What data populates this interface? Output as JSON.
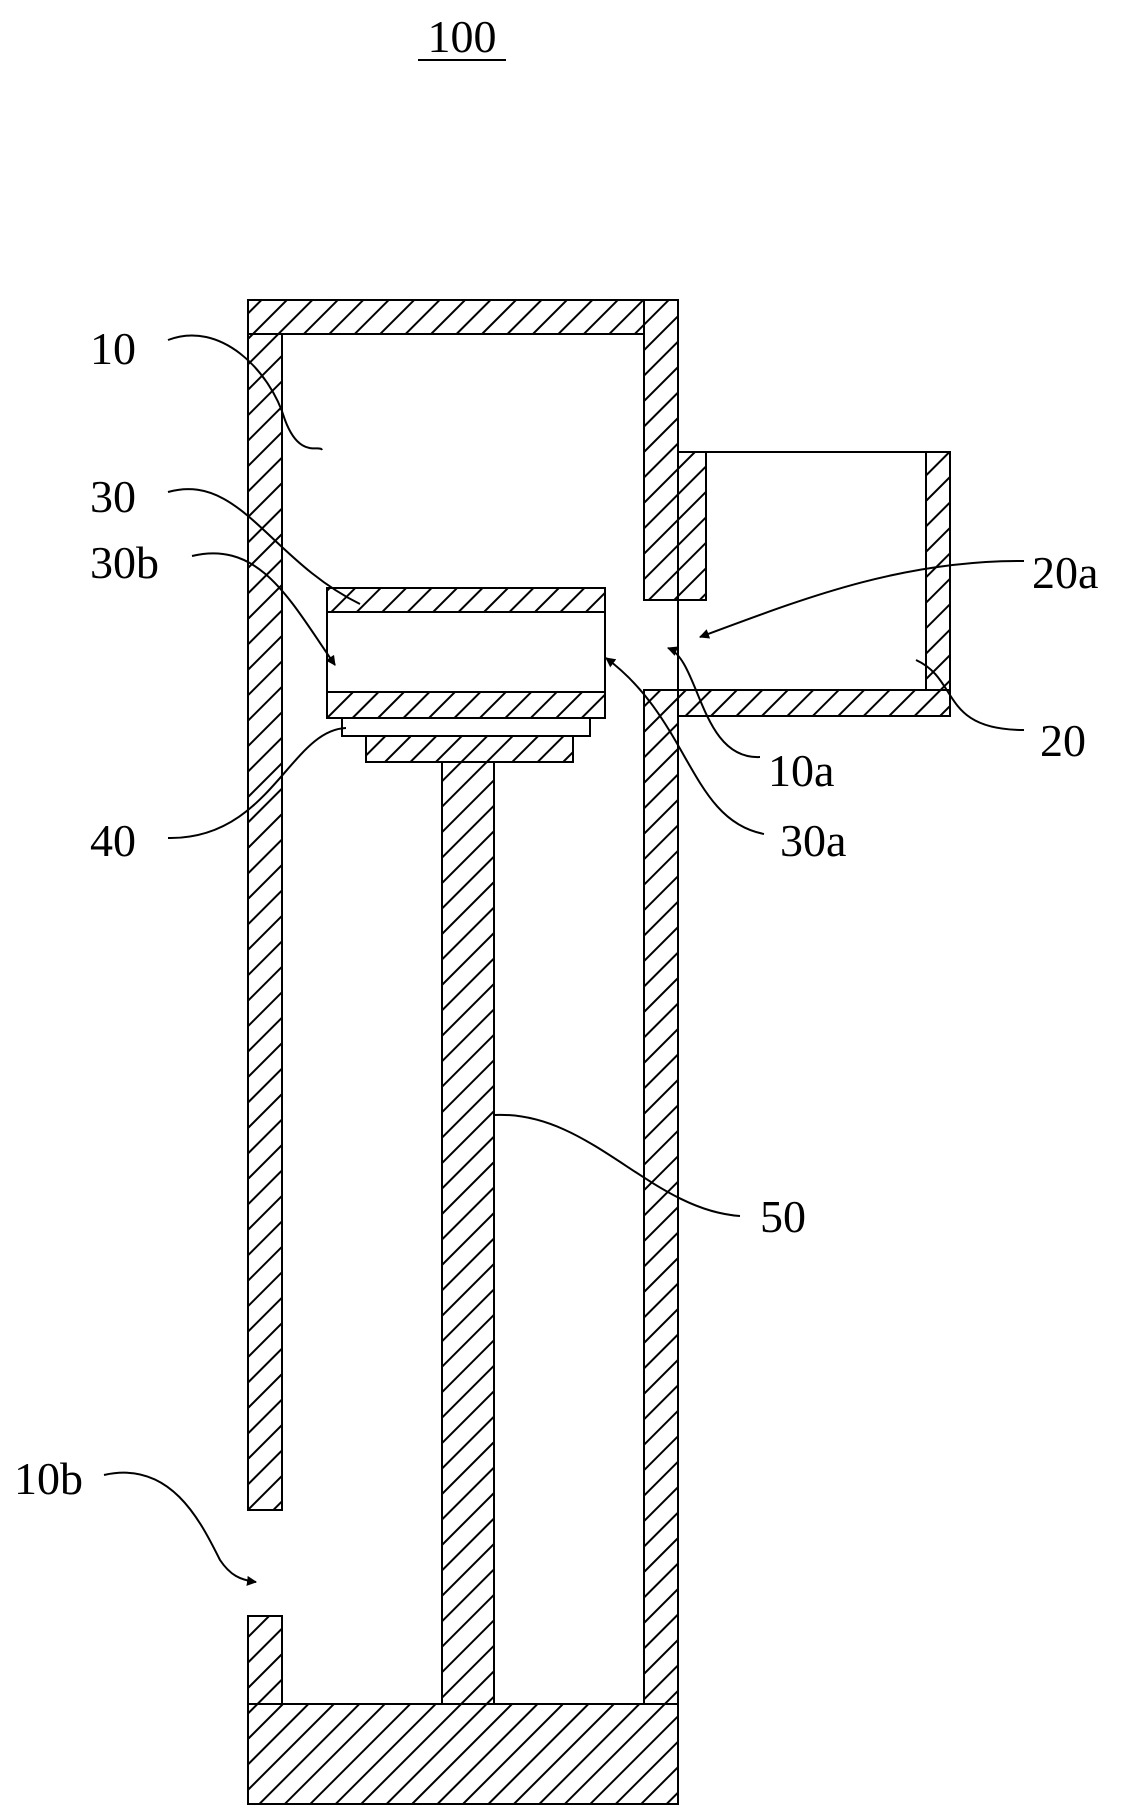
{
  "figure": {
    "title": "100",
    "labels": {
      "l10": "10",
      "l30": "30",
      "l30b": "30b",
      "l40": "40",
      "l20a": "20a",
      "l20": "20",
      "l10a": "10a",
      "l30a": "30a",
      "l50": "50",
      "l10b": "10b"
    },
    "colors": {
      "ink": "#000000",
      "paper": "#ffffff"
    }
  }
}
